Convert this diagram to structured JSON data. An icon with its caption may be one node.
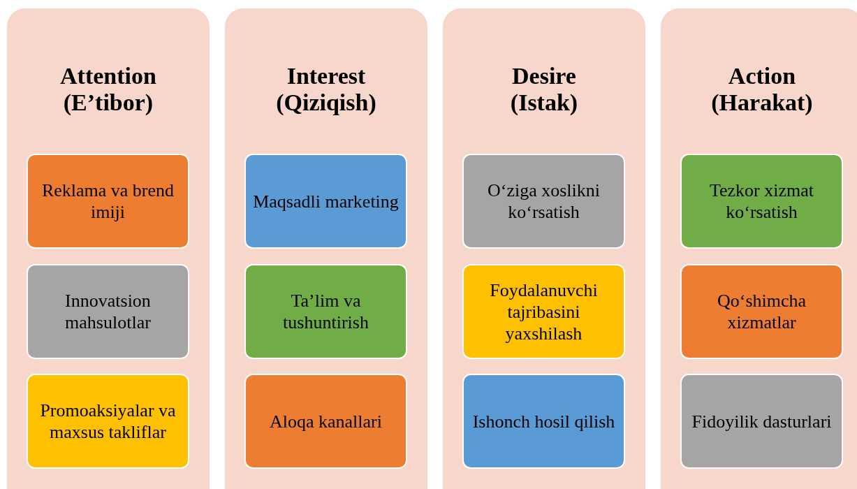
{
  "diagram": {
    "nodes": [
      {
        "text": [
          "Attention (E’tibor)"
        ]
      },
      {
        "text": [
          "Reklama va brend imiji"
        ],
        "in": 0
      },
      {
        "text": [
          "Innovatsion mahsulotlar"
        ],
        "in": 0
      },
      {
        "text": [
          "Promoaksiyalar va maxsus takliflar"
        ],
        "in": 0
      },
      {
        "text": [
          "Interest (Qiziqish)"
        ]
      },
      {
        "text": [
          "Maqsadli marketing"
        ],
        "in": 4
      },
      {
        "text": [
          "Ta’lim va tushuntirish"
        ],
        "in": 4
      },
      {
        "text": [
          "Aloqa kanallari"
        ],
        "in": 4
      },
      {
        "text": [
          "Desire (Istak)"
        ]
      },
      {
        "text": [
          "O‘ziga xoslikni ko‘rsatish"
        ],
        "in": 8
      },
      {
        "text": [
          "Foydalanuvchi tajribasini yaxshilash"
        ],
        "in": 8
      },
      {
        "text": [
          "Ishonch hosil qilish"
        ],
        "in": 8
      },
      {
        "text": [
          "Action (Harakat)"
        ]
      },
      {
        "text": [
          "Tezkor xizmat ko‘rsatish"
        ],
        "in": 12
      },
      {
        "text": [
          "Qo‘shimcha xizmatlar"
        ],
        "in": 12
      },
      {
        "text": [
          "Fidoyilik dasturlari"
        ],
        "in": 12
      }
    ]
  }
}
